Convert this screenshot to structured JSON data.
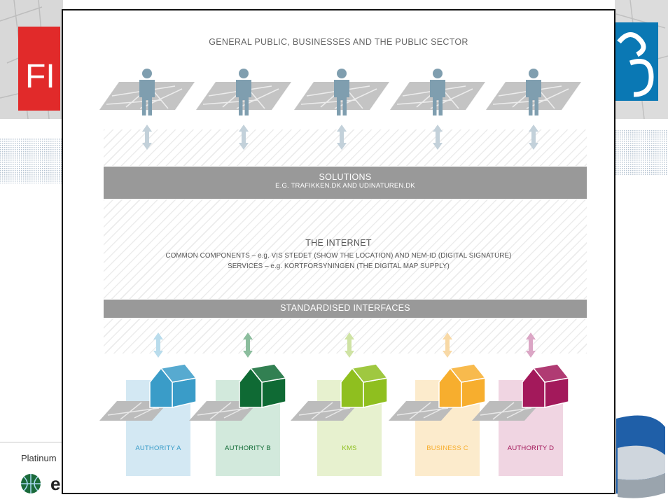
{
  "background": {
    "left_logo_text": "FI",
    "footer_text": "Platinum",
    "footer_logo_letter": "e"
  },
  "diagram": {
    "title": "GENERAL PUBLIC, BUSINESSES AND THE PUBLIC SECTOR",
    "solutions": {
      "title": "SOLUTIONS",
      "subtitle": "E.G. TRAFIKKEN.DK AND UDINATUREN.DK"
    },
    "internet": {
      "title": "THE INTERNET",
      "line1": "COMMON COMPONENTS – e.g. VIS STEDET (SHOW THE LOCATION) AND NEM-ID (DIGITAL SIGNATURE)",
      "line2": "SERVICES – e.g. KORTFORSYNINGEN (THE DIGITAL MAP SUPPLY)"
    },
    "interfaces": {
      "title": "STANDARDISED INTERFACES"
    },
    "authorities": [
      {
        "label": "AUTHORITY A",
        "color": "#3a9cc8",
        "light": "#d3e8f3",
        "arrow": "#b9dcec"
      },
      {
        "label": "AUTHORITY B",
        "color": "#0f6a34",
        "light": "#d2e9dc",
        "arrow": "#8bbd9d"
      },
      {
        "label": "KMS",
        "color": "#8fbf1f",
        "light": "#e7f1cf",
        "arrow": "#cfe3a4"
      },
      {
        "label": "BUSINESS C",
        "color": "#f7ae2e",
        "light": "#fcebcc",
        "arrow": "#f8d9a6"
      },
      {
        "label": "AUTHORITY D",
        "color": "#a3195b",
        "light": "#f0d5e2",
        "arrow": "#dba6c5"
      }
    ],
    "colors": {
      "person": "#7f9eaf",
      "top_arrow": "#c3d1da",
      "bar": "#999999",
      "map": "#bdbdbd"
    }
  }
}
